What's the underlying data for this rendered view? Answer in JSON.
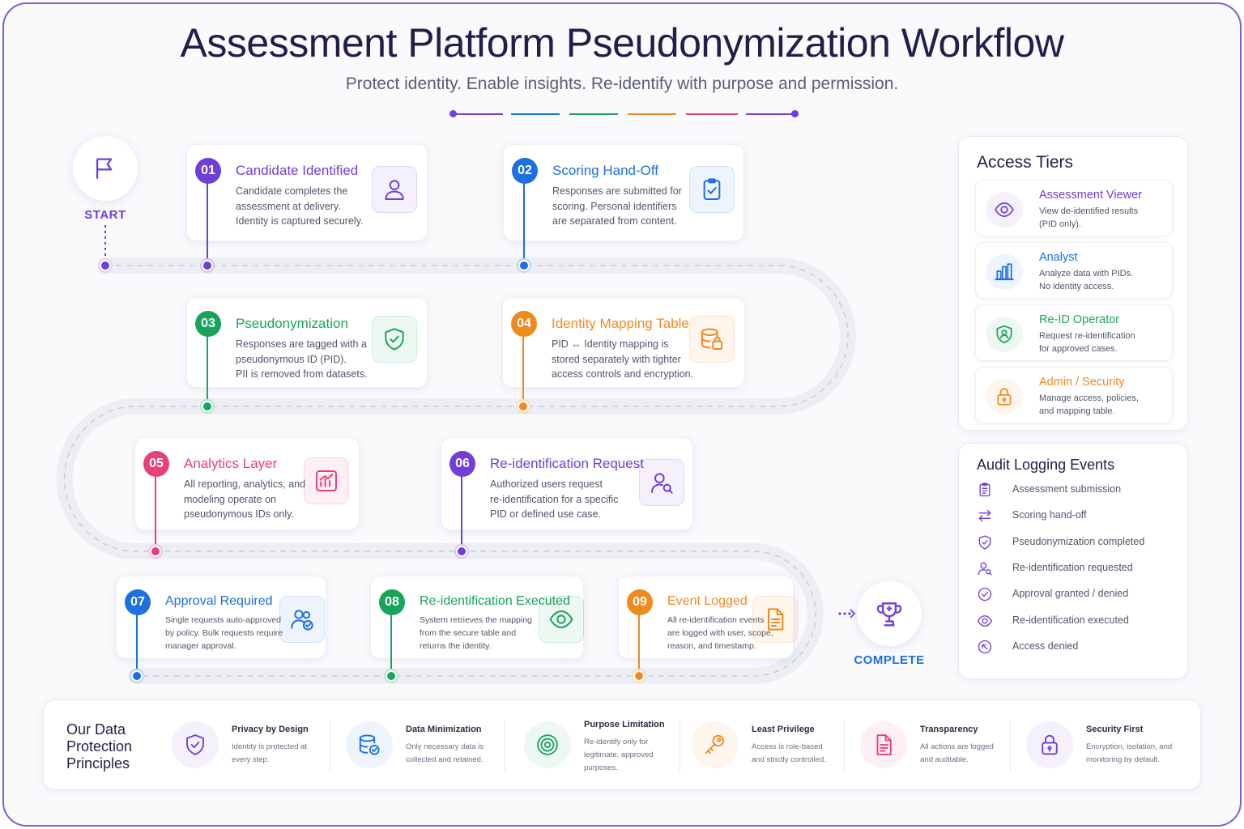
{
  "header": {
    "title": "Assessment Platform Pseudonymization Workflow",
    "subtitle": "Protect identity. Enable insights. Re-identify with purpose and permission."
  },
  "colors": {
    "purple": "#6f3fd7",
    "blue": "#1e6fe0",
    "green": "#19a45b",
    "orange": "#f08a1d",
    "pink": "#e83e7a",
    "track": "#eceef4"
  },
  "start_label": "START",
  "complete_label": "COMPLETE",
  "steps": [
    {
      "num": "01",
      "title": "Candidate Identified",
      "lines": [
        "Candidate completes the",
        "assessment at delivery.",
        "Identity is captured securely."
      ],
      "icon": "user-icon",
      "color": "#6f3fd7"
    },
    {
      "num": "02",
      "title": "Scoring Hand-Off",
      "lines": [
        "Responses are submitted for",
        "scoring. Personal identifiers",
        "are separated from content."
      ],
      "icon": "clipboard-check-icon",
      "color": "#1e6fe0"
    },
    {
      "num": "03",
      "title": "Pseudonymization",
      "lines": [
        "Responses are tagged with a",
        "pseudonymous ID (PID).",
        "PII is removed from datasets."
      ],
      "icon": "shield-check-icon",
      "color": "#19a45b"
    },
    {
      "num": "04",
      "title": "Identity Mapping Table",
      "lines": [
        "PID ↔ Identity mapping is",
        "stored separately with tighter",
        "access controls and encryption."
      ],
      "icon": "database-lock-icon",
      "color": "#f08a1d"
    },
    {
      "num": "05",
      "title": "Analytics Layer",
      "lines": [
        "All reporting, analytics, and",
        "modeling operate on",
        "pseudonymous IDs only."
      ],
      "icon": "chart-icon",
      "color": "#e83e7a"
    },
    {
      "num": "06",
      "title": "Re-identification Request",
      "lines": [
        "Authorized users request",
        "re-identification for a specific",
        "PID or defined use case."
      ],
      "icon": "user-search-icon",
      "color": "#6f3fd7"
    },
    {
      "num": "07",
      "title": "Approval Required",
      "lines": [
        "Single requests auto-approved",
        "by policy. Bulk requests require",
        "manager approval."
      ],
      "icon": "users-check-icon",
      "color": "#1e6fe0"
    },
    {
      "num": "08",
      "title": "Re-identification Executed",
      "lines": [
        "System retrieves the mapping",
        "from the secure table and",
        "returns the identity."
      ],
      "icon": "eye-icon",
      "color": "#19a45b"
    },
    {
      "num": "09",
      "title": "Event Logged",
      "lines": [
        "All re-identification events",
        "are logged with user, scope,",
        "reason, and timestamp."
      ],
      "icon": "document-icon",
      "color": "#f08a1d"
    }
  ],
  "access_tiers": {
    "title": "Access Tiers",
    "items": [
      {
        "name": "Assessment Viewer",
        "lines": [
          "View de-identified results",
          "(PID only)."
        ],
        "icon": "eye-icon",
        "color": "#6f3fd7"
      },
      {
        "name": "Analyst",
        "lines": [
          "Analyze data with PIDs.",
          "No identity access."
        ],
        "icon": "bar-chart-icon",
        "color": "#1e6fe0"
      },
      {
        "name": "Re-ID Operator",
        "lines": [
          "Request re-identification",
          "for approved cases."
        ],
        "icon": "shield-user-icon",
        "color": "#19a45b"
      },
      {
        "name": "Admin / Security",
        "lines": [
          "Manage access, policies,",
          "and mapping table."
        ],
        "icon": "lock-icon",
        "color": "#f08a1d"
      }
    ]
  },
  "audit_log": {
    "title": "Audit Logging Events",
    "items": [
      {
        "label": "Assessment submission",
        "icon": "clipboard-icon"
      },
      {
        "label": "Scoring hand-off",
        "icon": "swap-icon"
      },
      {
        "label": "Pseudonymization completed",
        "icon": "shield-check-icon"
      },
      {
        "label": "Re-identification requested",
        "icon": "user-search-icon"
      },
      {
        "label": "Approval granted / denied",
        "icon": "check-circle-icon"
      },
      {
        "label": "Re-identification executed",
        "icon": "eye-icon"
      },
      {
        "label": "Access denied",
        "icon": "denied-icon"
      }
    ]
  },
  "principles": {
    "title_lines": [
      "Our Data",
      "Protection",
      "Principles"
    ],
    "items": [
      {
        "name": "Privacy by Design",
        "lines": [
          "Identity is protected at",
          "every step."
        ],
        "icon": "shield-check-icon",
        "color": "#6f3fd7"
      },
      {
        "name": "Data Minimization",
        "lines": [
          "Only necessary data is",
          "collected and retained."
        ],
        "icon": "database-check-icon",
        "color": "#1e6fe0"
      },
      {
        "name": "Purpose Limitation",
        "lines": [
          "Re-identify only for",
          "legitimate, approved",
          "purposes."
        ],
        "icon": "target-icon",
        "color": "#19a45b"
      },
      {
        "name": "Least Privilege",
        "lines": [
          "Access is role-based",
          "and strictly controlled."
        ],
        "icon": "key-icon",
        "color": "#f08a1d"
      },
      {
        "name": "Transparency",
        "lines": [
          "All actions are logged",
          "and auditable."
        ],
        "icon": "document-icon",
        "color": "#e83e7a"
      },
      {
        "name": "Security First",
        "lines": [
          "Encryption, isolation, and",
          "monitoring by default."
        ],
        "icon": "lock-icon",
        "color": "#6f3fd7"
      }
    ]
  }
}
